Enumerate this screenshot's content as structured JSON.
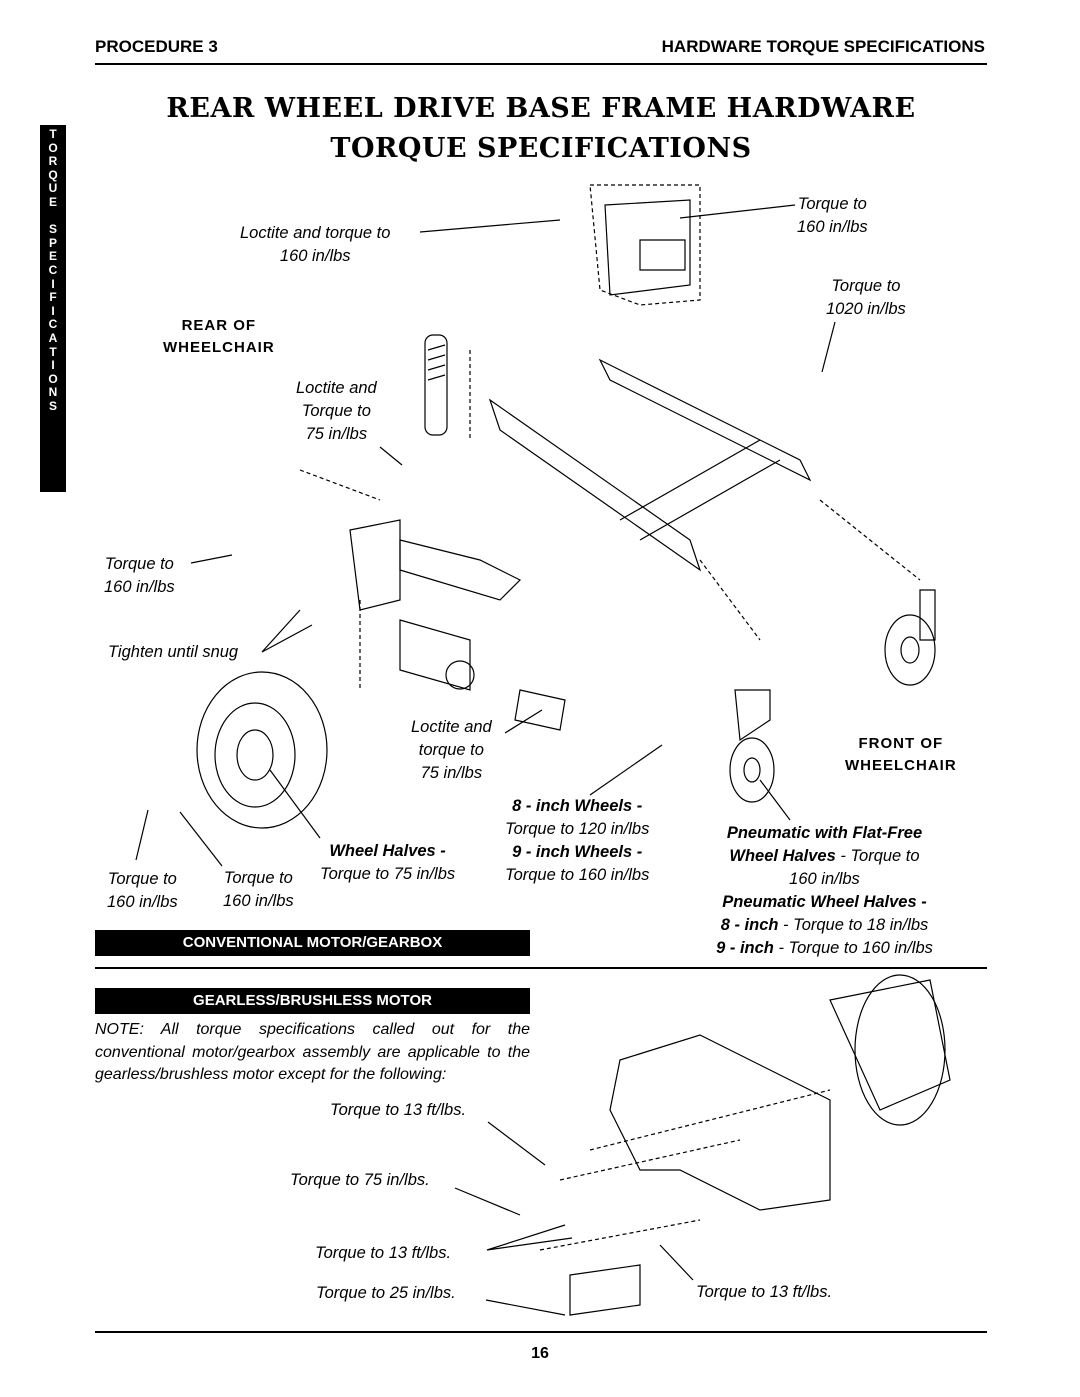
{
  "header": {
    "procedure": "PROCEDURE 3",
    "section": "HARDWARE TORQUE SPECIFICATIONS"
  },
  "title": {
    "line1": "REAR WHEEL DRIVE BASE FRAME HARDWARE",
    "line2": "TORQUE SPECIFICATIONS"
  },
  "sidebar_letters": [
    "T",
    "O",
    "R",
    "Q",
    "U",
    "E",
    "",
    "S",
    "P",
    "E",
    "C",
    "I",
    "F",
    "I",
    "C",
    "A",
    "T",
    "I",
    "O",
    "N",
    "S"
  ],
  "labels": {
    "loctite_torque_160_line1": "Loctite and torque to",
    "loctite_torque_160_line2": "160 in/lbs",
    "torque_160_top_line1": "Torque to",
    "torque_160_top_line2": "160 in/lbs",
    "torque_1020_line1": "Torque to",
    "torque_1020_line2": "1020 in/lbs",
    "rear_of_line1": "REAR OF",
    "rear_of_line2": "WHEELCHAIR",
    "loctite_75_line1": "Loctite and",
    "loctite_75_line2": "Torque to",
    "loctite_75_line3": "75 in/lbs",
    "torque_160_left_line1": "Torque to",
    "torque_160_left_line2": "160 in/lbs",
    "tighten_snug": "Tighten until snug",
    "loctite_75b_line1": "Loctite and",
    "loctite_75b_line2": "torque to",
    "loctite_75b_line3": "75 in/lbs",
    "front_of_line1": "FRONT OF",
    "front_of_line2": "WHEELCHAIR",
    "wheels8_heading": "8 - inch Wheels -",
    "wheels8_torque": "Torque to 120 in/lbs",
    "wheels9_heading": "9 - inch Wheels -",
    "wheels9_torque": "Torque to 160 in/lbs",
    "wheel_halves_heading": "Wheel Halves -",
    "wheel_halves_torque": "Torque to 75 in/lbs",
    "torque_160_bl1_line1": "Torque to",
    "torque_160_bl1_line2": "160 in/lbs",
    "torque_160_bl2_line1": "Torque to",
    "torque_160_bl2_line2": "160 in/lbs",
    "pneumatic_flatfree": "Pneumatic with Flat-Free",
    "pneumatic_wheel_halves_bold": "Wheel Halves",
    "pneumatic_wheel_halves_rest": " - Torque to",
    "pneumatic_160": "160 in/lbs",
    "pneumatic_halves_heading": "Pneumatic Wheel Halves -",
    "inch8_bold": "8 - inch",
    "inch8_rest": " - Torque to 18 in/lbs",
    "inch9_bold": "9 - inch",
    "inch9_rest": " - Torque to 160 in/lbs"
  },
  "bars": {
    "conventional": "CONVENTIONAL MOTOR/GEARBOX",
    "gearless": "GEARLESS/BRUSHLESS MOTOR"
  },
  "note": "NOTE: All torque specifications called out for the conventional motor/gearbox assembly are applicable to the gearless/brushless motor except for the following:",
  "gearless_labels": {
    "t13a": "Torque to 13 ft/lbs.",
    "t75": "Torque to 75 in/lbs.",
    "t13b": "Torque to 13 ft/lbs.",
    "t25": "Torque to 25 in/lbs.",
    "t13c": "Torque to 13 ft/lbs."
  },
  "page_number": "16"
}
